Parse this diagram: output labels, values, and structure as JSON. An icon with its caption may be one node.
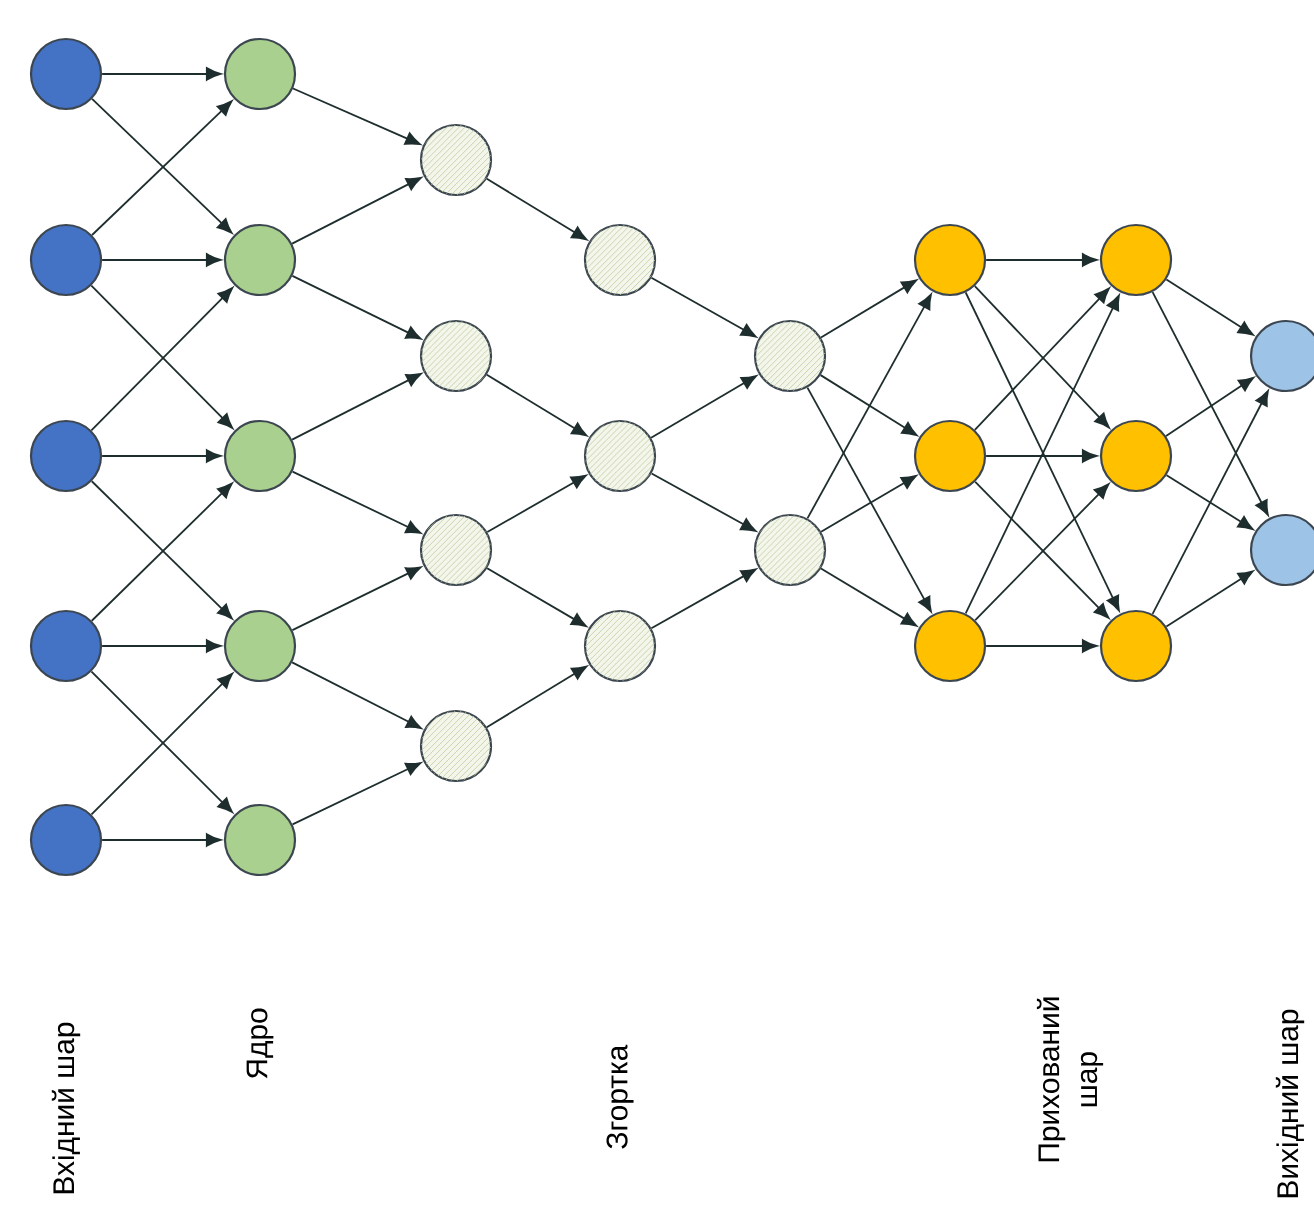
{
  "diagram": {
    "nodes": [
      {
        "text": [],
        "shape": "circle"
      },
      {
        "text": [],
        "shape": "circle"
      },
      {
        "text": [],
        "shape": "circle"
      },
      {
        "text": [],
        "shape": "circle"
      },
      {
        "text": [],
        "shape": "circle"
      },
      {
        "text": [],
        "shape": "circle"
      },
      {
        "text": [],
        "shape": "circle"
      },
      {
        "text": [],
        "shape": "circle"
      },
      {
        "text": [],
        "shape": "circle"
      },
      {
        "text": [],
        "shape": "circle"
      },
      {
        "text": [],
        "shape": "circle"
      },
      {
        "text": [],
        "shape": "circle"
      },
      {
        "text": [],
        "shape": "circle"
      },
      {
        "text": [],
        "shape": "circle"
      },
      {
        "text": [],
        "shape": "circle"
      },
      {
        "text": [],
        "shape": "circle"
      },
      {
        "text": [],
        "shape": "circle"
      },
      {
        "text": [],
        "shape": "circle"
      },
      {
        "text": [],
        "shape": "circle"
      },
      {
        "text": [],
        "shape": "circle"
      },
      {
        "text": [],
        "shape": "circle"
      },
      {
        "text": [],
        "shape": "circle"
      },
      {
        "text": [],
        "shape": "circle"
      },
      {
        "text": [],
        "shape": "circle"
      },
      {
        "text": [],
        "shape": "circle"
      },
      {
        "text": [],
        "shape": "circle"
      },
      {
        "text": [],
        "shape": "circle"
      }
    ],
    "edges": [
      {
        "from": 0,
        "to": 5,
        "arrow": "to"
      },
      {
        "from": 0,
        "to": 6,
        "arrow": "to"
      },
      {
        "from": 1,
        "to": 5,
        "arrow": "to"
      },
      {
        "from": 1,
        "to": 6,
        "arrow": "to"
      },
      {
        "from": 1,
        "to": 7,
        "arrow": "to"
      },
      {
        "from": 2,
        "to": 6,
        "arrow": "to"
      },
      {
        "from": 2,
        "to": 7,
        "arrow": "to"
      },
      {
        "from": 2,
        "to": 8,
        "arrow": "to"
      },
      {
        "from": 3,
        "to": 7,
        "arrow": "to"
      },
      {
        "from": 3,
        "to": 8,
        "arrow": "to"
      },
      {
        "from": 3,
        "to": 9,
        "arrow": "to"
      },
      {
        "from": 4,
        "to": 8,
        "arrow": "to"
      },
      {
        "from": 4,
        "to": 9,
        "arrow": "to"
      },
      {
        "from": 5,
        "to": 10,
        "arrow": "to"
      },
      {
        "from": 6,
        "to": 10,
        "arrow": "to"
      },
      {
        "from": 6,
        "to": 11,
        "arrow": "to"
      },
      {
        "from": 7,
        "to": 11,
        "arrow": "to"
      },
      {
        "from": 7,
        "to": 12,
        "arrow": "to"
      },
      {
        "from": 8,
        "to": 12,
        "arrow": "to"
      },
      {
        "from": 8,
        "to": 13,
        "arrow": "to"
      },
      {
        "from": 9,
        "to": 13,
        "arrow": "to"
      },
      {
        "from": 10,
        "to": 14,
        "arrow": "to"
      },
      {
        "from": 11,
        "to": 15,
        "arrow": "to"
      },
      {
        "from": 12,
        "to": 15,
        "arrow": "to"
      },
      {
        "from": 12,
        "to": 16,
        "arrow": "to"
      },
      {
        "from": 13,
        "to": 16,
        "arrow": "to"
      },
      {
        "from": 14,
        "to": 17,
        "arrow": "to"
      },
      {
        "from": 15,
        "to": 17,
        "arrow": "to"
      },
      {
        "from": 15,
        "to": 18,
        "arrow": "to"
      },
      {
        "from": 16,
        "to": 18,
        "arrow": "to"
      },
      {
        "from": 17,
        "to": 19,
        "arrow": "to"
      },
      {
        "from": 17,
        "to": 20,
        "arrow": "to"
      },
      {
        "from": 17,
        "to": 21,
        "arrow": "to"
      },
      {
        "from": 18,
        "to": 19,
        "arrow": "to"
      },
      {
        "from": 18,
        "to": 20,
        "arrow": "to"
      },
      {
        "from": 18,
        "to": 21,
        "arrow": "to"
      },
      {
        "from": 19,
        "to": 22,
        "arrow": "to"
      },
      {
        "from": 19,
        "to": 23,
        "arrow": "to"
      },
      {
        "from": 19,
        "to": 24,
        "arrow": "to"
      },
      {
        "from": 20,
        "to": 22,
        "arrow": "to"
      },
      {
        "from": 20,
        "to": 23,
        "arrow": "to"
      },
      {
        "from": 20,
        "to": 24,
        "arrow": "to"
      },
      {
        "from": 21,
        "to": 22,
        "arrow": "to"
      },
      {
        "from": 21,
        "to": 23,
        "arrow": "to"
      },
      {
        "from": 21,
        "to": 24,
        "arrow": "to"
      },
      {
        "from": 22,
        "to": 25,
        "arrow": "to"
      },
      {
        "from": 22,
        "to": 26,
        "arrow": "to"
      },
      {
        "from": 23,
        "to": 25,
        "arrow": "to"
      },
      {
        "from": 23,
        "to": 26,
        "arrow": "to"
      },
      {
        "from": 24,
        "to": 25,
        "arrow": "to"
      },
      {
        "from": 24,
        "to": 26,
        "arrow": "to"
      }
    ],
    "labels": [
      "Вхідний шар",
      "Ядро",
      "Згортка",
      "Прихований шар",
      "Вихідний шар"
    ]
  }
}
